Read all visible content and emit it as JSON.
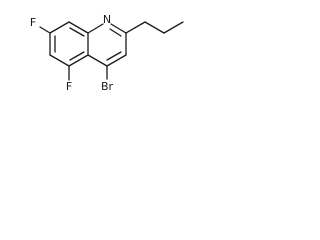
{
  "structure": {
    "atoms": {
      "fluorine_top": "F",
      "nitrogen": "N",
      "fluorine_bottom": "F",
      "bromine": "Br"
    }
  }
}
